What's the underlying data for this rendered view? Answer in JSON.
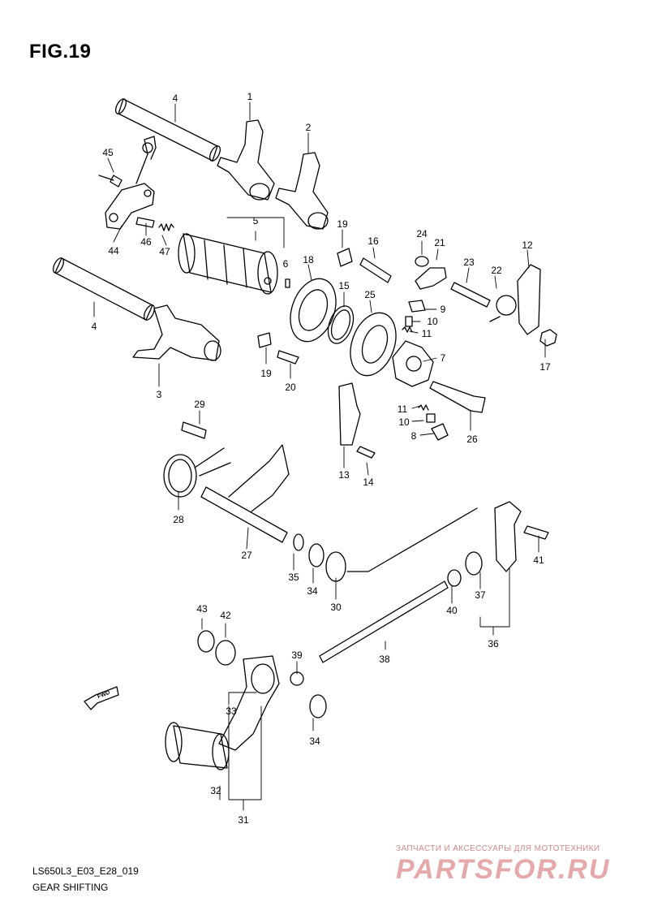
{
  "figure_title": "FIG.19",
  "model_code": "LS650L3_E03_E28_019",
  "section_name": "GEAR SHIFTING",
  "fwd_label": "FWD",
  "watermark": {
    "line1": "ЗАПЧАСТИ И АКСЕССУАРЫ ДЛЯ МОТОТЕХНИКИ",
    "line2": "PARTSFOR.RU"
  },
  "callouts": [
    "4",
    "1",
    "2",
    "45",
    "5",
    "44",
    "46",
    "47",
    "6",
    "19",
    "16",
    "24",
    "21",
    "12",
    "23",
    "22",
    "18",
    "15",
    "25",
    "9",
    "10",
    "11",
    "7",
    "17",
    "4",
    "3",
    "19",
    "20",
    "26",
    "29",
    "13",
    "14",
    "11",
    "10",
    "8",
    "28",
    "27",
    "35",
    "34",
    "30",
    "41",
    "40",
    "37",
    "36",
    "43",
    "42",
    "39",
    "38",
    "33",
    "34",
    "32",
    "31"
  ]
}
